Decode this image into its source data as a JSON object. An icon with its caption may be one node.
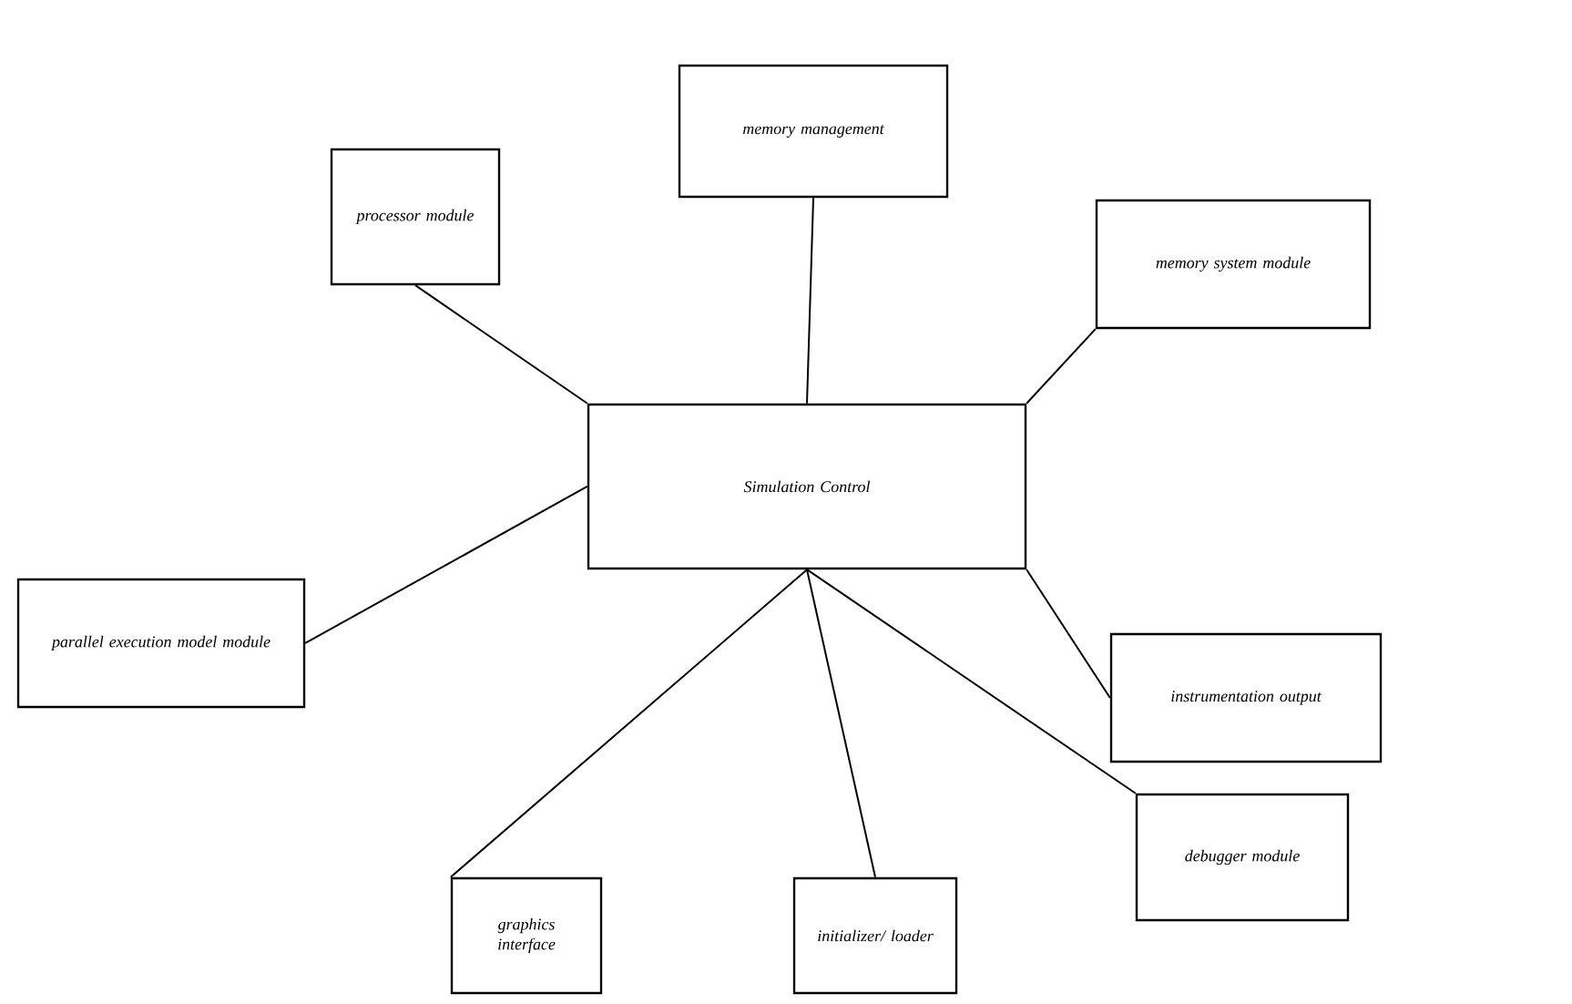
{
  "diagram": {
    "nodes": [
      {
        "text": [
          "processor module"
        ]
      },
      {
        "text": [
          "memory management"
        ]
      },
      {
        "text": [
          "memory system module"
        ]
      },
      {
        "text": [
          "Simulation Control"
        ]
      },
      {
        "text": [
          "parallel execution model module"
        ]
      },
      {
        "text": [
          "instrumentation output"
        ]
      },
      {
        "text": [
          "debugger module"
        ]
      },
      {
        "text": [
          "graphics interface"
        ]
      },
      {
        "text": [
          "initializer/ loader"
        ]
      }
    ],
    "edges": [
      {
        "from": 3,
        "to": 0,
        "arrow": "none"
      },
      {
        "from": 3,
        "to": 1,
        "arrow": "none"
      },
      {
        "from": 3,
        "to": 2,
        "arrow": "none"
      },
      {
        "from": 3,
        "to": 4,
        "arrow": "none"
      },
      {
        "from": 3,
        "to": 5,
        "arrow": "none"
      },
      {
        "from": 3,
        "to": 6,
        "arrow": "none"
      },
      {
        "from": 3,
        "to": 7,
        "arrow": "none"
      },
      {
        "from": 3,
        "to": 8,
        "arrow": "none"
      }
    ]
  }
}
